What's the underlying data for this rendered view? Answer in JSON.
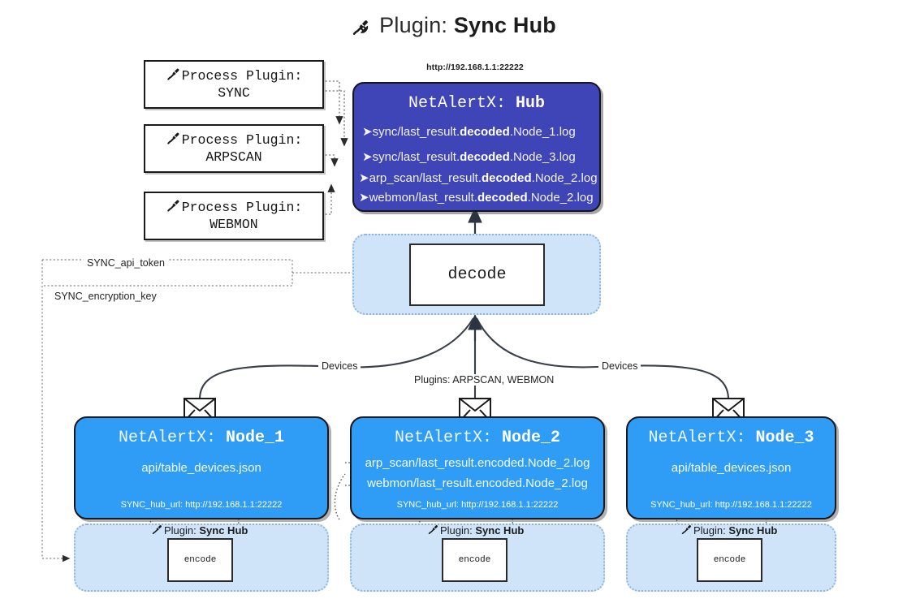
{
  "title": {
    "plug_icon": "plug-icon",
    "prefix": "Plugin: ",
    "name": "Sync Hub"
  },
  "process_plugins": [
    {
      "line1": "Process Plugin:",
      "line2": "SYNC",
      "icon": "plug-icon"
    },
    {
      "line1": "Process Plugin:",
      "line2": "ARPSCAN",
      "icon": "plug-icon"
    },
    {
      "line1": "Process Plugin:",
      "line2": "WEBMON",
      "icon": "plug-icon"
    }
  ],
  "hub": {
    "url": "http://192.168.1.1:22222",
    "title_prefix": "NetAlertX: ",
    "title_name": "Hub",
    "logs": [
      {
        "pre": "sync/last_result.",
        "mid": "decoded",
        "post": ".Node_1.log"
      },
      {
        "pre": "sync/last_result.",
        "mid": "decoded",
        "post": ".Node_3.log"
      },
      {
        "pre": "arp_scan/last_result.",
        "mid": "decoded",
        "post": ".Node_2.log"
      },
      {
        "pre": "webmon/last_result.",
        "mid": "decoded",
        "post": ".Node_2.log"
      }
    ],
    "color": "#3f44b6"
  },
  "decode": {
    "label": "decode",
    "zone_color": "#cfe4f8"
  },
  "secrets": [
    {
      "label": "SYNC_api_token"
    },
    {
      "label": "SYNC_encryption_key"
    }
  ],
  "edge_labels": {
    "devices_left": "Devices",
    "devices_right": "Devices",
    "plugins_center": "Plugins: ARPSCAN, WEBMON"
  },
  "nodes": [
    {
      "title_prefix": "NetAlertX: ",
      "title_name": "Node_1",
      "lines": [
        "api/table_devices.json"
      ],
      "hub_url": "SYNC_hub_url: http://192.168.1.1:22222",
      "plugin_label_prefix": "Plugin: ",
      "plugin_label_name": "Sync Hub",
      "encode_label": "encode",
      "icon": "envelope-icon",
      "color": "#2f9cf6"
    },
    {
      "title_prefix": "NetAlertX: ",
      "title_name": "Node_2",
      "lines": [
        "arp_scan/last_result.encoded.Node_2.log",
        "webmon/last_result.encoded.Node_2.log"
      ],
      "hub_url": "SYNC_hub_url: http://192.168.1.1:22222",
      "plugin_label_prefix": "Plugin: ",
      "plugin_label_name": "Sync Hub",
      "encode_label": "encode",
      "icon": "envelope-icon",
      "color": "#2f9cf6"
    },
    {
      "title_prefix": "NetAlertX: ",
      "title_name": "Node_3",
      "lines": [
        "api/table_devices.json"
      ],
      "hub_url": "SYNC_hub_url: http://192.168.1.1:22222",
      "plugin_label_prefix": "Plugin: ",
      "plugin_label_name": "Sync Hub",
      "encode_label": "encode",
      "icon": "envelope-icon",
      "color": "#2f9cf6"
    }
  ]
}
